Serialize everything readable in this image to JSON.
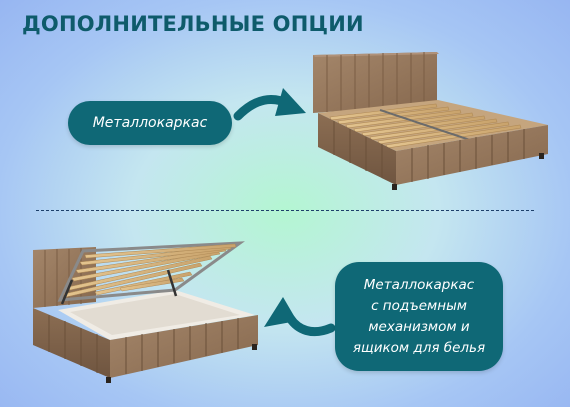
{
  "heading": "ДОПОЛНИТЕЛЬНЫЕ ОПЦИИ",
  "option_top": {
    "label": "Металлокаркас",
    "arrow_icon": "curved-arrow-right-icon",
    "image": "bed-with-metal-frame"
  },
  "option_bottom": {
    "label_lines": [
      "Металлокаркас",
      "с подъемным",
      "механизмом и",
      "ящиком для белья"
    ],
    "arrow_icon": "curved-arrow-left-icon",
    "image": "bed-with-lift-mechanism-and-storage-box"
  },
  "colors": {
    "title": "#0e5b6b",
    "label_bg": "#0f6876",
    "arrow": "#0f6876",
    "upholstery": "#97785b",
    "divider": "#1d3f6a"
  }
}
